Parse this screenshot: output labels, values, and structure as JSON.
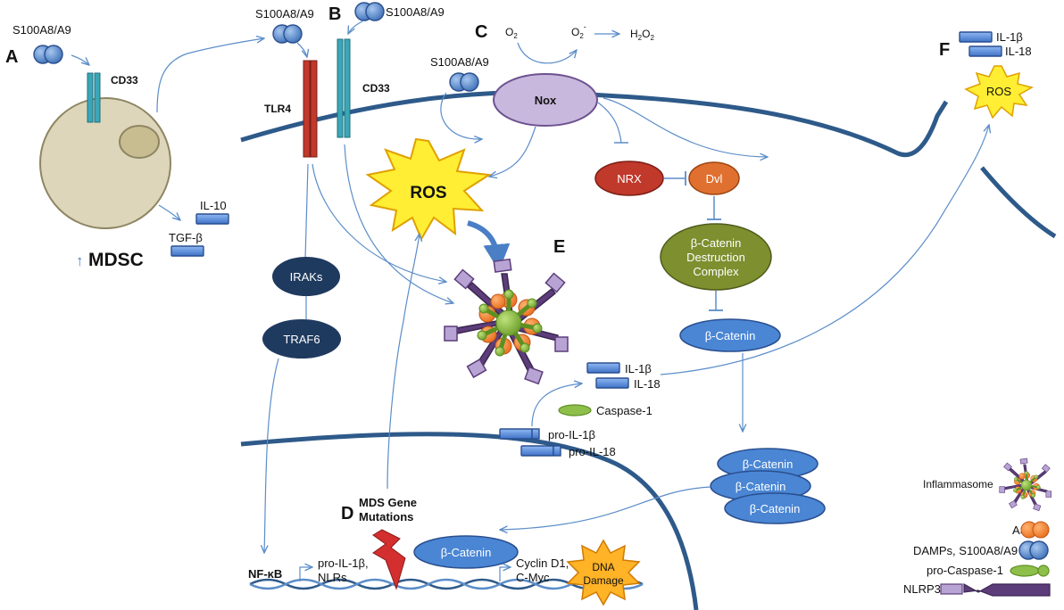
{
  "panels": {
    "a": "A",
    "b": "B",
    "c": "C",
    "d": "D",
    "e": "E",
    "f": "F"
  },
  "panel_a": {
    "s100": "S100A8/A9",
    "cd33": "CD33",
    "il10": "IL-10",
    "tgfb": "TGF-β",
    "mdsc": "MDSC",
    "up_arrow": "↑"
  },
  "panel_b": {
    "s100_left": "S100A8/A9",
    "s100_right": "S100A8/A9",
    "tlr4": "TLR4",
    "cd33": "CD33",
    "iraks": "IRAKs",
    "traf6": "TRAF6",
    "nfkb": "NF-κB",
    "pro_line1": "pro-IL-1β,",
    "pro_line2": "NLRs"
  },
  "panel_c": {
    "o2": "O",
    "o2_sub": "2",
    "superoxide": "O",
    "superoxide_sub": "2",
    "superoxide_sup": "-",
    "h2o2_h": "H",
    "h2o2_sub1": "2",
    "h2o2_o": "O",
    "h2o2_sub2": "2",
    "s100": "S100A8/A9",
    "nox": "Nox",
    "ros": "ROS",
    "nrx": "NRX",
    "dvl": "Dvl",
    "destruction_l1": "β-Catenin",
    "destruction_l2": "Destruction",
    "destruction_l3": "Complex",
    "beta_catenin": "β-Catenin",
    "stack": [
      "β-Catenin",
      "β-Catenin",
      "β-Catenin"
    ],
    "nuclear_beta_catenin": "β-Catenin",
    "cyclin_l1": "Cyclin D1,",
    "cyclin_l2": "C-Myc",
    "dna_l1": "DNA",
    "dna_l2": "Damage"
  },
  "panel_d": {
    "mds_l1": "MDS Gene",
    "mds_l2": "Mutations"
  },
  "panel_e": {
    "il1b": "IL-1β",
    "il18": "IL-18",
    "caspase1": "Caspase-1",
    "pro_il1b": "pro-IL-1β",
    "pro_il18": "pro-IL-18"
  },
  "panel_f": {
    "il1b": "IL-1β",
    "il18": "IL-18",
    "ros": "ROS"
  },
  "legend": {
    "inflammasome": "Inflammasome",
    "asc": "ASC",
    "damps": "DAMPs, S100A8/A9",
    "pro_caspase": "pro-Caspase-1",
    "nlrp3": "NLRP3"
  },
  "colors": {
    "membrane": "#2e5a8a",
    "arrow": "#5b8dc9",
    "tlr4": "#c0392b",
    "cd33": "#3aa7b8",
    "dark_navy": "#1f3a5f",
    "cytokine_blue": "#5b8fe0",
    "nox": "#c9b8dd",
    "nrx": "#c0392b",
    "dvl": "#e07030",
    "destruction": "#7d8f2e",
    "beta_catenin": "#4a86d4",
    "ros_yellow": "#ffee33",
    "asc_orange": "#f28c38",
    "nlrp3_purple": "#5c3d7a",
    "nlrp3_light": "#b8a4d4",
    "caspase_green": "#8dbf4a",
    "cell_fill": "#ddd6bb",
    "lightning": "#d32f2f",
    "dna_strand": "#2e5a8a"
  }
}
